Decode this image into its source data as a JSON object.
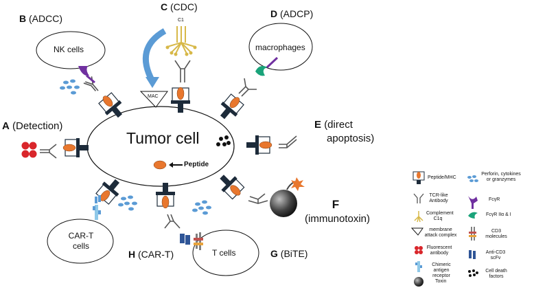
{
  "labels": {
    "b_letter": "B",
    "b_text": "(ADCC)",
    "c_letter": "C",
    "c_text": "(CDC)",
    "d_letter": "D",
    "d_text": "(ADCP)",
    "a_letter": "A",
    "a_text": "(Detection)",
    "e_letter": "E",
    "e_text_1": "(direct",
    "e_text_2": "apoptosis)",
    "f_letter": "F",
    "f_text": "(immunotoxin)",
    "g_letter": "G",
    "g_text": "(BiTE)",
    "h_letter": "H",
    "h_text": "(CAR-T)"
  },
  "cells": {
    "tumor": "Tumor cell",
    "nk": "NK cells",
    "macrophages": "macrophages",
    "cart_1": "CAR-T",
    "cart_2": "cells",
    "tcells": "T cells"
  },
  "annotations": {
    "peptide": "Peptide",
    "mac": "MAC",
    "c1": "C1"
  },
  "legend": {
    "col1": [
      {
        "icon": "peptide-mhc-icon",
        "text": "Peptide/MHC"
      },
      {
        "icon": "tcr-like-antibody-icon",
        "text": "TCR-like Antibody"
      },
      {
        "icon": "complement-c1q-icon",
        "text": "Complement C1q"
      },
      {
        "icon": "mac-icon",
        "text": "membrane attack complex"
      },
      {
        "icon": "fluorescent-antibody-icon",
        "text": "Fluorescent antibody"
      },
      {
        "icon": "car-icon",
        "text": "Chimeric antigen receptor"
      },
      {
        "icon": "toxin-icon",
        "text": "Toxin"
      }
    ],
    "col2": [
      {
        "icon": "perforin-icon",
        "text": "Perforin, cytokines or granzymes"
      },
      {
        "icon": "fcgr-icon",
        "text": "FcγR"
      },
      {
        "icon": "fcgr-iia-icon",
        "text": "FcγR IIα & I"
      },
      {
        "icon": "cd3-icon",
        "text": "CD3 molecules"
      },
      {
        "icon": "anti-cd3-icon",
        "text": "Anti-CD3 scFv"
      },
      {
        "icon": "cell-death-icon",
        "text": "Cell death factors"
      }
    ]
  },
  "colors": {
    "peptide": "#e8772e",
    "mhc": "#1d2b3a",
    "granule": "#5b9bd5",
    "fcgr": "#7030a0",
    "fcgr_iia": "#1aa37a",
    "c1q": "#d7b848",
    "arrow": "#5b9bd5",
    "fluor": "#d9262b",
    "car": "#8fc8e8",
    "cd3": "#c0504d",
    "anti_cd3": "#2f5597"
  }
}
